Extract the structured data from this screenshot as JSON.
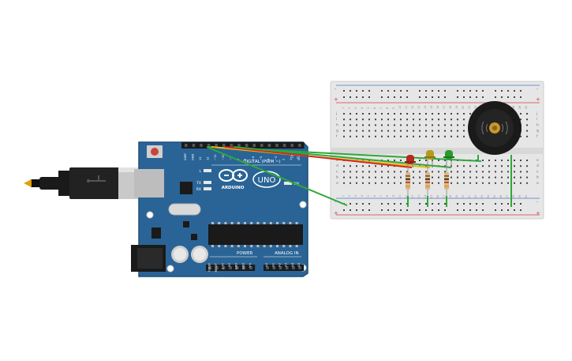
{
  "arduino": {
    "brand": "ARDUINO",
    "model": "UNO",
    "digital_label": "DIGITAL (PWM ~)",
    "power_label": "POWER",
    "analog_label": "ANALOG IN",
    "on_label": "ON",
    "led_l": "L",
    "led_tx": "TX",
    "led_rx": "RX",
    "tx_pin": "TX",
    "rx_pin": "RX",
    "digital_pins": [
      "AREF",
      "GND",
      "13",
      "12",
      "~11",
      "~10",
      "~9",
      "8",
      "7",
      "~6",
      "~5",
      "4",
      "~3",
      "2",
      "1",
      "0"
    ],
    "power_pins": [
      "IOREF",
      "RESET",
      "3.3V",
      "5V",
      "GND",
      "GND",
      "Vin"
    ],
    "analog_pins": [
      "A0",
      "A1",
      "A2",
      "A3",
      "A4",
      "A5"
    ]
  },
  "breadboard": {
    "top_rows": [
      "j",
      "i",
      "h",
      "g",
      "f"
    ],
    "bottom_rows": [
      "e",
      "d",
      "c",
      "b",
      "a"
    ],
    "plus": "+",
    "minus": "-",
    "column_numbers": [
      "1",
      "2",
      "3",
      "4",
      "5",
      "6",
      "7",
      "8",
      "9",
      "10",
      "11",
      "12",
      "13",
      "14",
      "15",
      "16",
      "17",
      "18",
      "19",
      "20",
      "21",
      "22",
      "23",
      "24",
      "25",
      "26",
      "27",
      "28",
      "29",
      "30"
    ]
  },
  "colors": {
    "board": "#2a6496",
    "board_dark": "#1f4f78",
    "wire_green": "#2fa83a",
    "wire_red": "#d42a1e",
    "wire_yellow": "#e8b81a",
    "led_red": "#b52a1c",
    "led_yellow": "#b59a1c",
    "led_green": "#2a9a2a",
    "breadboard": "#e6e6e6"
  },
  "icons": {
    "usb": "usb-cable-icon",
    "buzzer": "piezo-buzzer-icon"
  }
}
